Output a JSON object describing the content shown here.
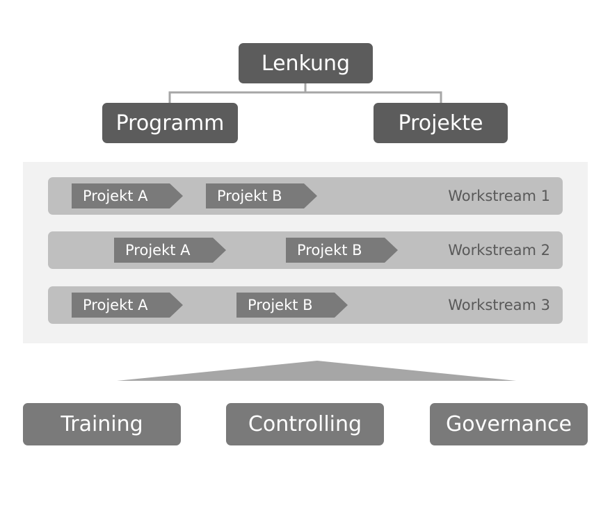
{
  "hierarchy": {
    "top": "Lenkung",
    "left": "Programm",
    "right": "Projekte"
  },
  "workstreams": [
    {
      "label": "Workstream 1",
      "projects": [
        "Projekt  A",
        "Projekt  B"
      ]
    },
    {
      "label": "Workstream 2",
      "projects": [
        "Projekt  A",
        "Projekt  B"
      ]
    },
    {
      "label": "Workstream 3",
      "projects": [
        "Projekt  A",
        "Projekt  B"
      ]
    }
  ],
  "foundation": [
    "Training",
    "Controlling",
    "Governance"
  ],
  "colors": {
    "dark_box": "#5c5c5c",
    "medium_box": "#7a7a7a",
    "row_bg": "#bfbfbf",
    "panel_bg": "#f2f2f2",
    "connector": "#a6a6a6"
  }
}
